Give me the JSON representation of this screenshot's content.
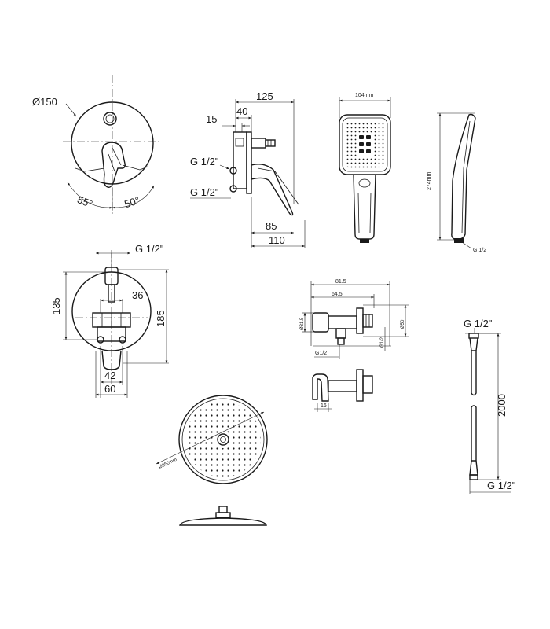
{
  "mixer_front": {
    "diameter": "Ø150",
    "angle_left": "55°",
    "angle_right": "50°"
  },
  "mixer_side": {
    "dim_125": "125",
    "dim_40": "40",
    "dim_15": "15",
    "thread_top": "G 1/2\"",
    "thread_bottom": "G 1/2\"",
    "dim_85": "85",
    "dim_110": "110"
  },
  "hand_shower": {
    "width": "104mm",
    "length": "274mm",
    "thread": "G 1/2"
  },
  "mixer_box": {
    "thread": "G 1/2\"",
    "dim_36": "36",
    "dim_135": "135",
    "dim_185": "185",
    "dim_42": "42",
    "dim_60": "60"
  },
  "wall_outlet": {
    "dim_81_5": "81.5",
    "dim_64_5": "64.5",
    "dia_31_5": "Ø31.5",
    "dia_50": "Ø50",
    "thread_g12_bottom": "G1/2",
    "thread_g12_side": "G1/2",
    "dim_16": "16"
  },
  "hose": {
    "thread_top": "G 1/2\"",
    "length": "2000",
    "thread_bottom": "G 1/2\""
  },
  "overhead_shower": {
    "diameter": "Ø250mm"
  }
}
